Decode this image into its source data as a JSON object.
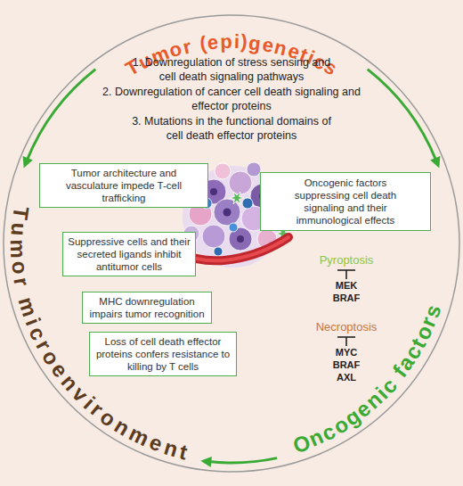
{
  "diagram": {
    "nodes": [
      {
        "text": [
          "Tumor architecture and vasculature impede T-cell trafficking"
        ]
      },
      {
        "text": [
          "Suppressive cells and their secreted ligands inhibit antitumor cells"
        ]
      },
      {
        "text": [
          "MHC downregulation impairs tumor recognition"
        ]
      },
      {
        "text": [
          "Loss of cell death effector proteins confers resistance to killing by T cells"
        ]
      },
      {
        "text": [
          "Oncogenic factors suppressing cell death signaling and their immunological effects"
        ]
      }
    ],
    "labels": [
      "Tumor (epi)genetics",
      "1. Downregulation of stress sensing and cell death signaling pathways",
      "2. Downregulation of cancer cell death signaling and effector proteins",
      "3. Mutations in the functional domains of cell death effector proteins",
      "Tumor microenvironment",
      "Oncogenic factors",
      "Pyroptosis",
      "MEK",
      "BRAF",
      "Necroptosis",
      "MYC",
      "BRAF",
      "AXL"
    ]
  }
}
